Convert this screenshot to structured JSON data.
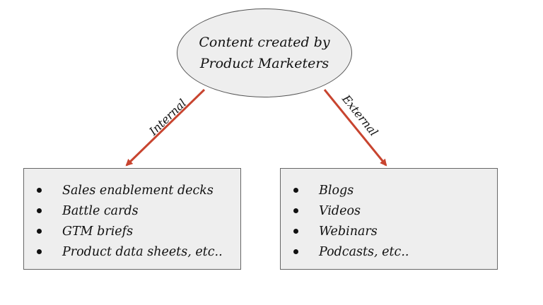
{
  "root": {
    "line1": "Content created by",
    "line2": "Product Marketers"
  },
  "edges": {
    "left_label": "Internal",
    "right_label": "External",
    "color": "#c8442f"
  },
  "left_box": {
    "items": [
      "Sales enablement decks",
      "Battle cards",
      "GTM briefs",
      "Product data sheets, etc.."
    ]
  },
  "right_box": {
    "items": [
      "Blogs",
      "Videos",
      "Webinars",
      "Podcasts, etc.."
    ]
  }
}
